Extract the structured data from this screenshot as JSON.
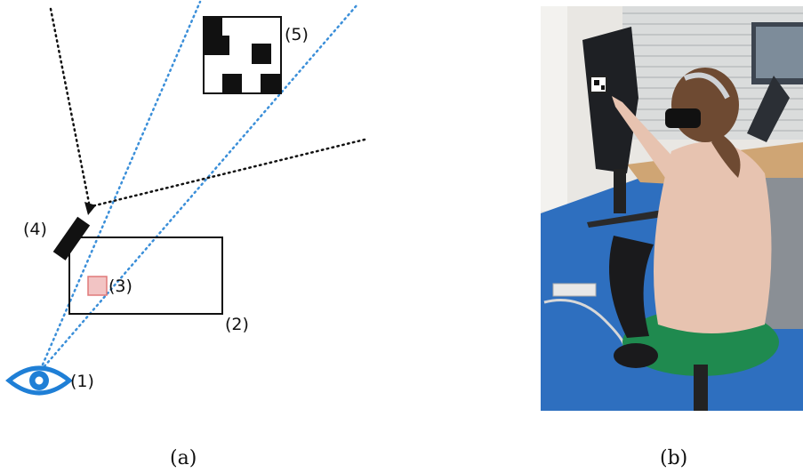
{
  "diagram": {
    "labels": {
      "eye": "(1)",
      "screen": "(2)",
      "target": "(3)",
      "camera": "(4)",
      "marker": "(5)"
    },
    "captions": {
      "left": "(a)",
      "right": "(b)"
    }
  },
  "colors": {
    "eye": "#1f7fd6",
    "sight_lines": "#3b8fd9",
    "camera_ray": "#111111",
    "target_fill": "#f2c4c4",
    "target_stroke": "#e07a7a",
    "photo_floor": "#2e6fbf",
    "chair_seat": "#1f8a4f"
  }
}
